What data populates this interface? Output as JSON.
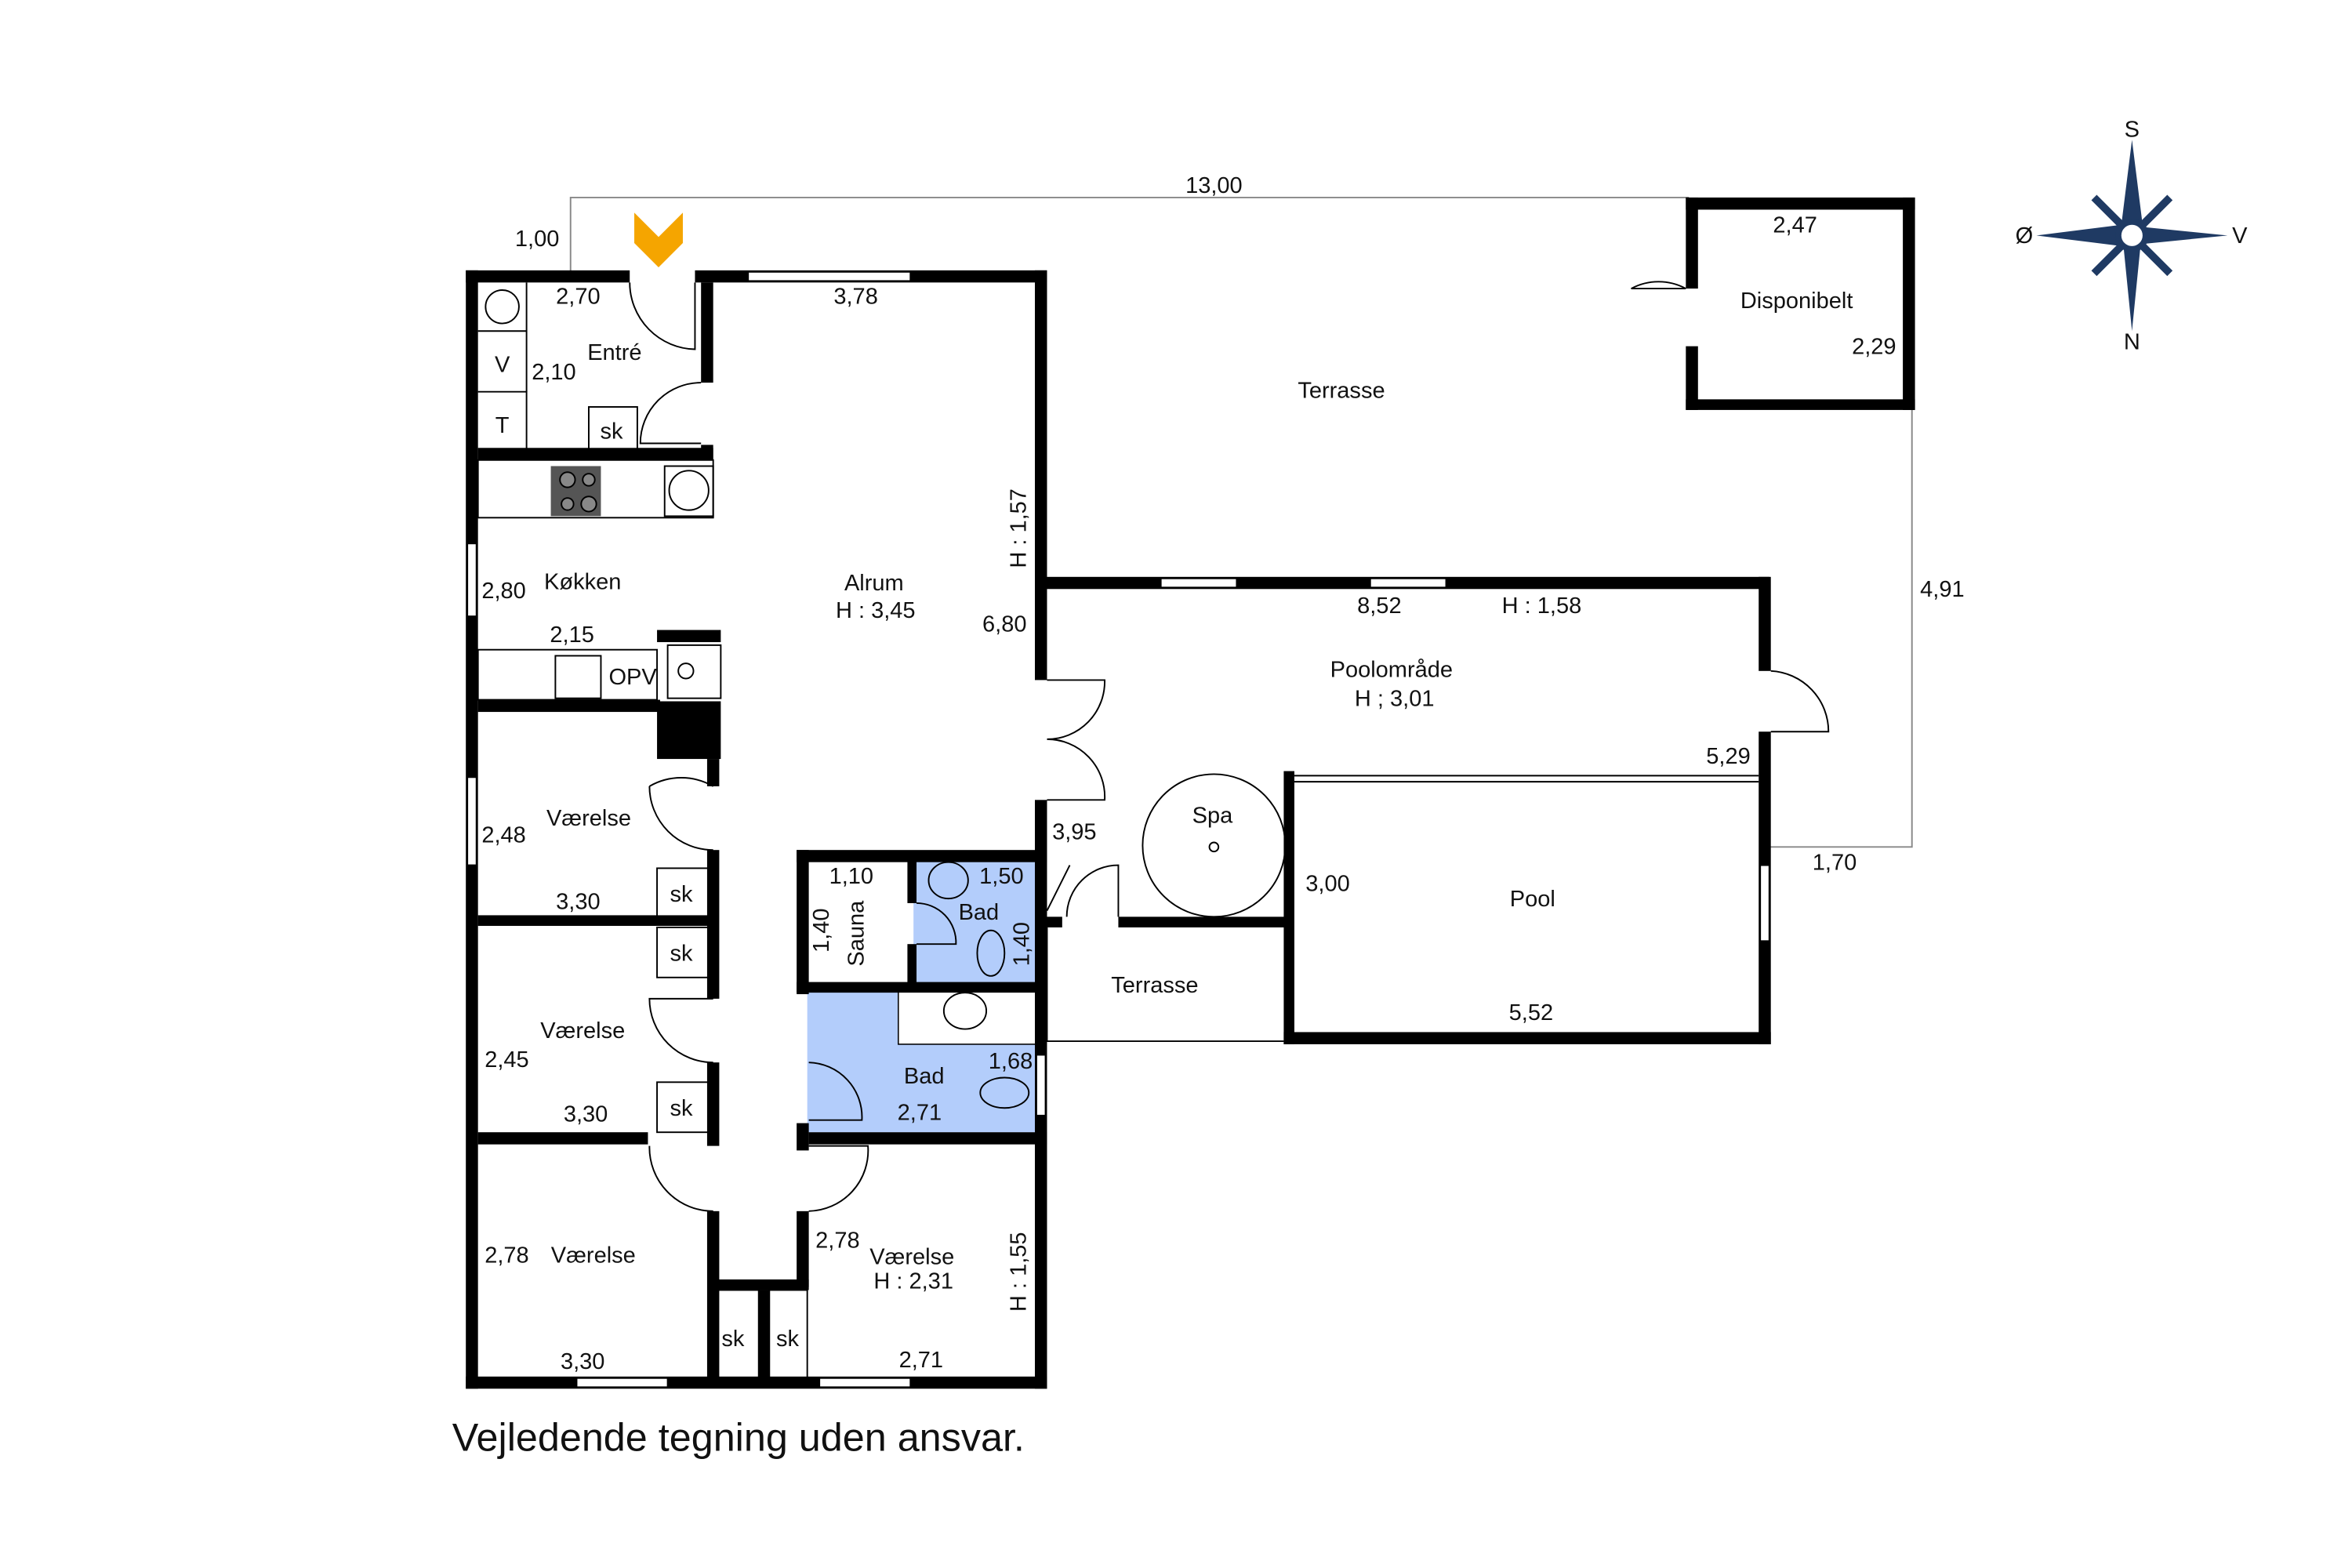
{
  "colors": {
    "wall": "#000000",
    "bathroom": "#b3cdfb",
    "entrance_marker": "#f5a500",
    "compass": "#1f3a63"
  },
  "compass": {
    "south": "S",
    "north": "N",
    "east": "Ø",
    "west": "V"
  },
  "dims": {
    "lot_width": "13,00",
    "lot_offset": "1,00",
    "lot_height": "4,91",
    "lot_side": "1,70",
    "entre_w": "2,70",
    "entre_h": "2,10",
    "alrum_w": "3,78",
    "alrum_h_vert": "H : 1,57",
    "alrum_len": "6,80",
    "kitchen_h": "2,80",
    "kitchen_w": "2,15",
    "room1_h": "2,48",
    "room1_w": "3,30",
    "room2_h": "2,45",
    "room2_w": "3,30",
    "room3_h": "2,78",
    "room3_w": "3,30",
    "room4_h": "2,78",
    "room4_w": "2,71",
    "room4_ceiling_vert": "H : 1,55",
    "sauna_w": "1,10",
    "sauna_h": "1,40",
    "bad1_w": "1,50",
    "bad1_h": "1,40",
    "bad2_h": "1,68",
    "bad2_w": "2,71",
    "pool_area_w": "8,52",
    "pool_area_ceiling": "H : 1,58",
    "pool_area_side": "5,29",
    "corridor": "3,95",
    "pool_h": "3,00",
    "pool_w": "5,52",
    "shed_w": "2,47",
    "shed_h": "2,29"
  },
  "rooms": {
    "entre": "Entré",
    "kitchen": "Køkken",
    "alrum": "Alrum",
    "alrum_ceiling": "H : 3,45",
    "vaerelse": "Værelse",
    "vaerelse4_ceiling": "H : 2,31",
    "sauna": "Sauna",
    "bad": "Bad",
    "pool_area": "Poolområde",
    "pool_area_ceiling": "H ; 3,01",
    "spa": "Spa",
    "pool": "Pool",
    "terrace": "Terrasse",
    "shed": "Disponibelt"
  },
  "fixtures": {
    "v": "V",
    "t": "T",
    "sk": "sk",
    "opv": "OPV"
  },
  "footer": "Vejledende tegning uden ansvar."
}
